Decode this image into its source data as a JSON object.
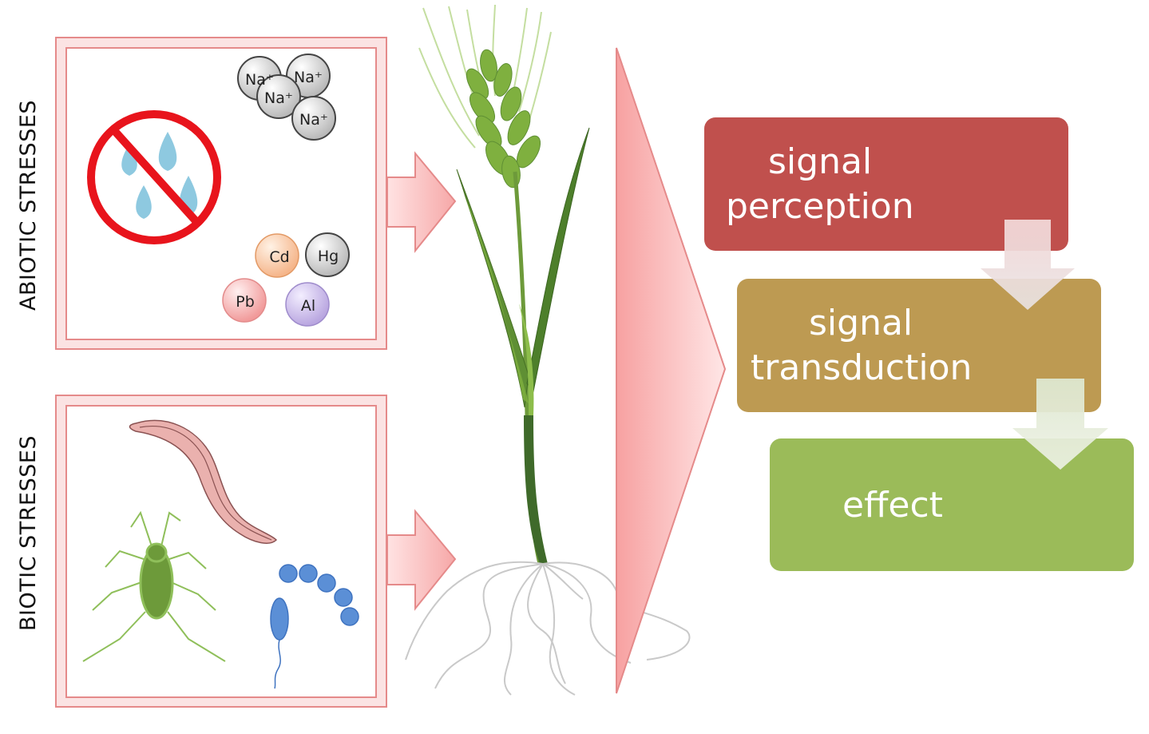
{
  "stress_groups": {
    "abiotic": {
      "label": "ABIOTIC STRESSES",
      "ions": [
        "Na⁺",
        "Na⁺",
        "Na⁺",
        "Na⁺"
      ],
      "metals": [
        "Cd",
        "Hg",
        "Pb",
        "Al"
      ]
    },
    "biotic": {
      "label": "BIOTIC STRESSES"
    }
  },
  "pathway": {
    "steps": [
      {
        "line1": "signal",
        "line2": "perception",
        "color": "#c0504d"
      },
      {
        "line1": "signal",
        "line2": "transduction",
        "color": "#bd9a52"
      },
      {
        "line1": "effect",
        "line2": "",
        "color": "#9bbb59"
      }
    ]
  },
  "colors": {
    "box_border": "#e58a8a",
    "arrow_fill": "#f9b3b3",
    "no_sign": "#e8141c",
    "drop": "#8ec9e0",
    "plant_leaf": "#5f8f34",
    "bacteria": "#5b8fd6"
  }
}
